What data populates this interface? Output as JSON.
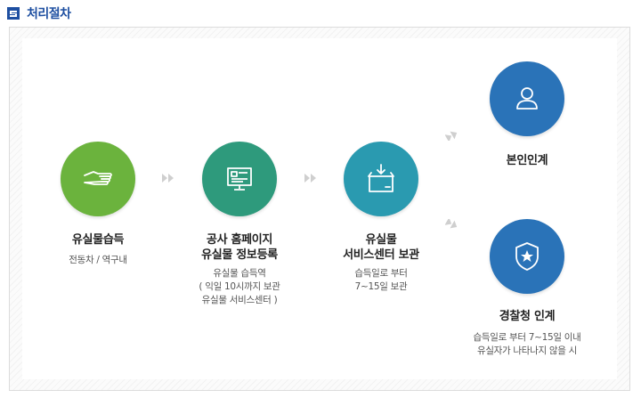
{
  "header": {
    "title": "처리절차"
  },
  "steps": [
    {
      "title": [
        "유실물습득"
      ],
      "desc": [
        "전동차 / 역구내"
      ],
      "color": "#6bb33d",
      "icon": "hand-icon"
    },
    {
      "title": [
        "공사 홈페이지",
        "유실물 정보등록"
      ],
      "desc": [
        "유실물 습득역",
        "( 익일 10시까지 보관",
        "유실물 서비스센터 )"
      ],
      "color": "#2e9a7c",
      "icon": "monitor-icon"
    },
    {
      "title": [
        "유실물",
        "서비스센터 보관"
      ],
      "desc": [
        "습득일로 부터",
        "7~15일 보관"
      ],
      "color": "#2a9ab0",
      "icon": "box-icon"
    },
    {
      "title": [
        "본인인계"
      ],
      "desc": [],
      "color": "#2a73b8",
      "icon": "person-icon"
    },
    {
      "title": [
        "경찰청 인계"
      ],
      "desc": [
        "습득일로 부터 7~15일 이내",
        "유실자가 나타나지 않을 시"
      ],
      "color": "#2a73b8",
      "icon": "shield-icon"
    }
  ],
  "colors": {
    "accent": "#1e4fa1",
    "arrow": "#cfcfcf"
  }
}
